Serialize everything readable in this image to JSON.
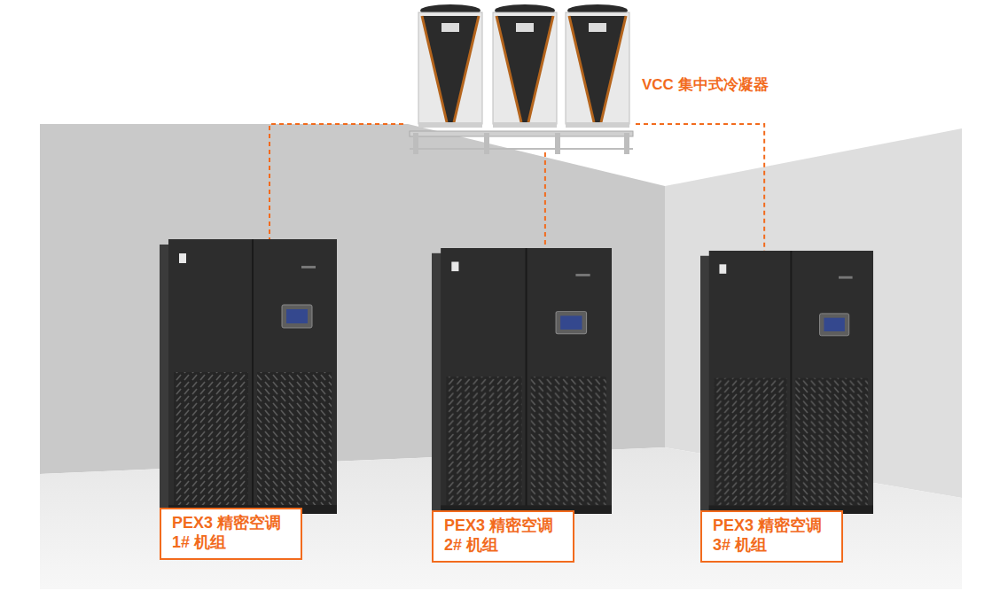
{
  "diagram": {
    "nodes": [
      {
        "text": [
          "VCC 集中式冷凝器"
        ]
      },
      {
        "text": [
          "PEX3 精密空调 1# 机组"
        ]
      },
      {
        "text": [
          "PEX3 精密空调 2# 机组"
        ]
      },
      {
        "text": [
          "PEX3 精密空调 3# 机组"
        ]
      }
    ],
    "edges": [
      {
        "from": 0,
        "to": 1,
        "arrow": "none"
      },
      {
        "from": 0,
        "to": 2,
        "arrow": "none"
      },
      {
        "from": 0,
        "to": 3,
        "arrow": "none"
      }
    ]
  }
}
